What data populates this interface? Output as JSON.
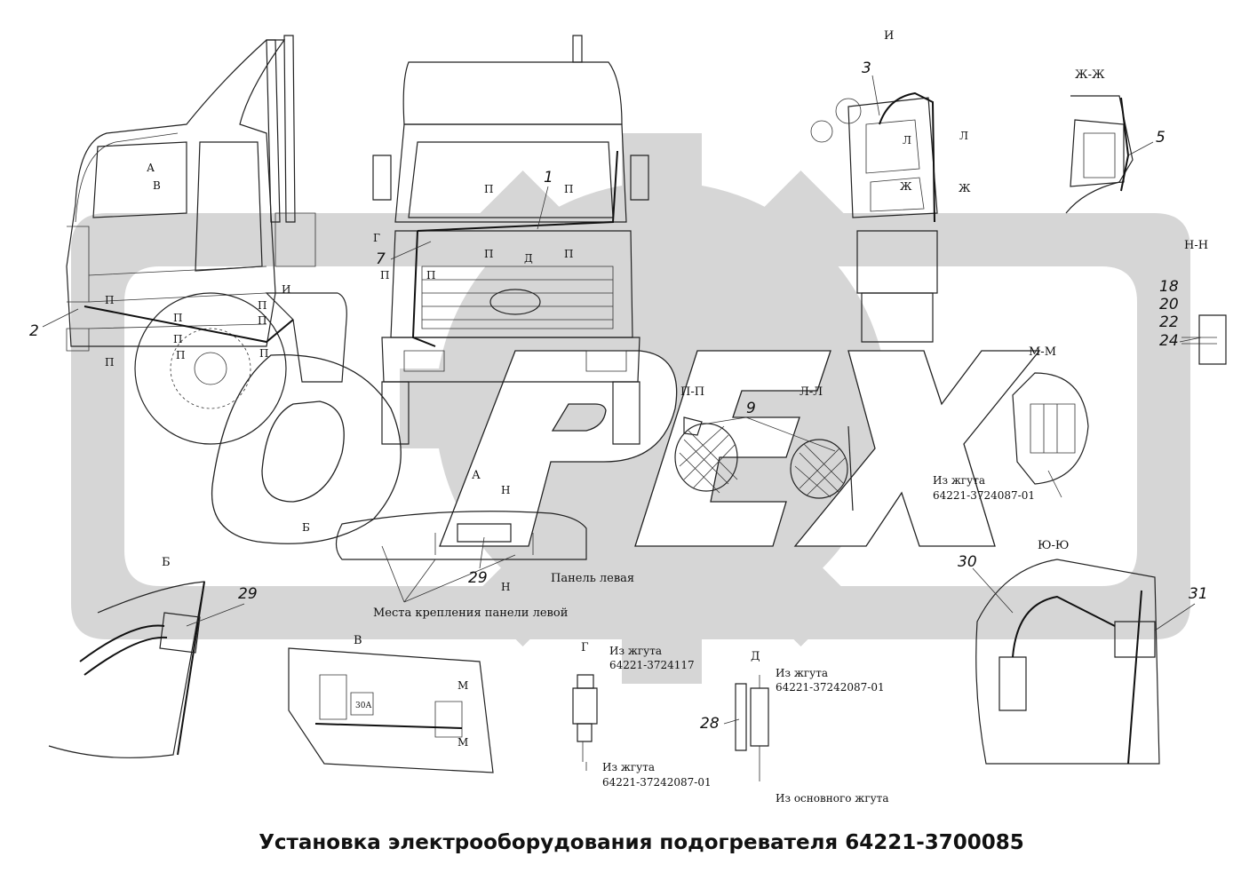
{
  "title": "Установка электрооборудования подогревателя 64221-3700085",
  "watermark": "OPEX",
  "colors": {
    "watermark_fill": "#d6d6d6",
    "line": "#222222",
    "background": "#ffffff"
  },
  "callouts": [
    "1",
    "2",
    "3",
    "5",
    "7",
    "9",
    "18",
    "20",
    "22",
    "24",
    "28",
    "29",
    "29",
    "30",
    "31"
  ],
  "section_labels": {
    "ii": "И",
    "zh_zh": "Ж-Ж",
    "n_n": "Н-Н",
    "m_m": "М-М",
    "p_p": "П-П",
    "l_l": "Л-Л",
    "yu_yu": "Ю-Ю",
    "a": "А",
    "b": "Б",
    "v": "В",
    "g": "Г",
    "d": "Д"
  },
  "marks": {
    "a": "А",
    "v": "В",
    "p": "П",
    "i": "И",
    "g": "Г",
    "d": "Д",
    "l": "Л",
    "zh": "Ж",
    "n": "Н",
    "b": "Б",
    "m": "М"
  },
  "notes": {
    "harness_m": "Из жгута",
    "harness_m_code": "64221-3724087-01",
    "panel_left": "Панель левая",
    "panel_mounts": "Места крепления панели левой",
    "fuse": "30А",
    "g_top": "Из жгута",
    "g_top_code": "64221-3724117",
    "g_bottom": "Из жгута",
    "g_bottom_code": "64221-37242087-01",
    "d_top": "Из жгута",
    "d_top_code": "64221-37242087-01",
    "d_bottom": "Из основного жгута"
  }
}
